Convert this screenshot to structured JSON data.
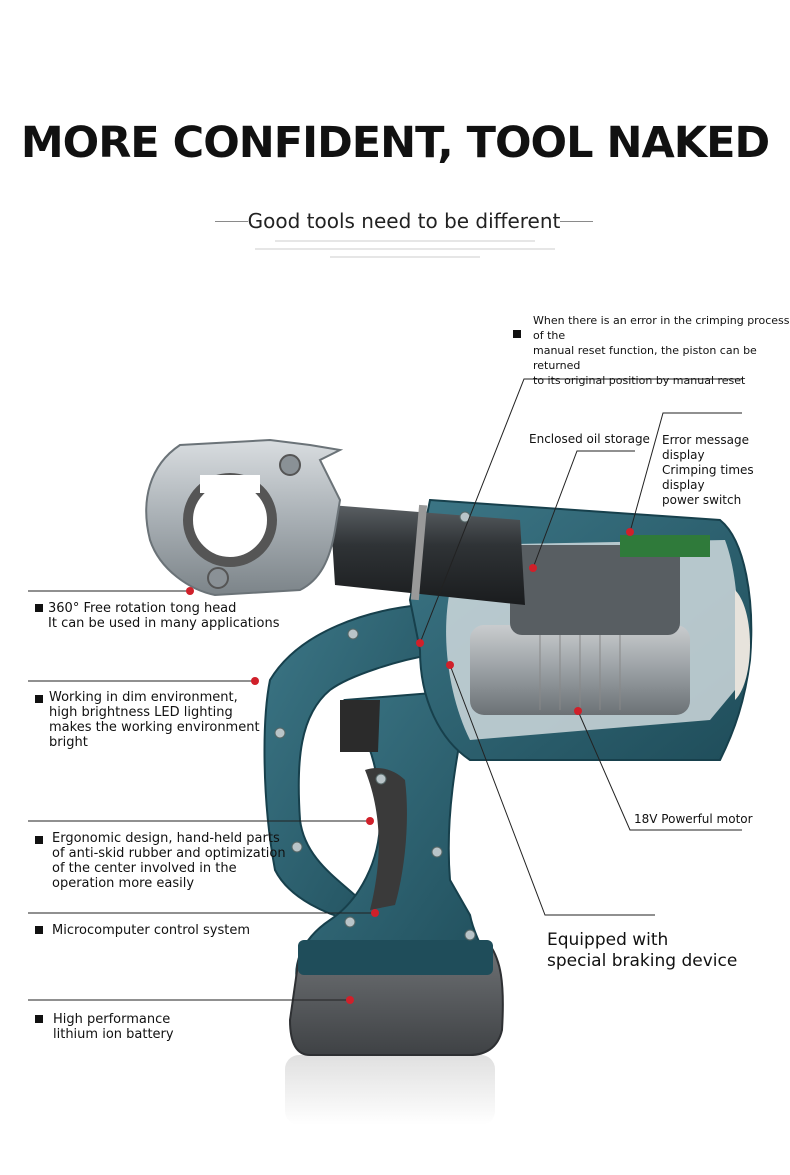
{
  "header": {
    "title": "MORE CONFIDENT, TOOL NAKED",
    "subtitle": "Good tools need to be different"
  },
  "callouts": {
    "manual_reset": [
      "When there is an error in the crimping process of the",
      "manual reset function, the piston can be returned",
      "to its original position by manual reset"
    ],
    "oil_storage": "Enclosed oil storage",
    "display": [
      "Error message display",
      "Crimping times display",
      "power switch"
    ],
    "rotation": [
      "360° Free rotation tong head",
      "It can be used in many applications"
    ],
    "led": [
      "Working in dim environment,",
      "high brightness LED lighting",
      "makes the working environment",
      "bright"
    ],
    "motor": "18V  Powerful motor",
    "ergonomic": [
      "Ergonomic design, hand-held parts",
      "of anti-skid rubber and optimization",
      "of the center involved in the",
      "operation more easily"
    ],
    "microcomputer": "Microcomputer control system",
    "braking": [
      "Equipped with",
      "special braking device"
    ],
    "battery": [
      "High performance",
      "lithium ion battery"
    ]
  },
  "colors": {
    "body": "#2e6474",
    "body_dark": "#1c4552",
    "marker": "#d0202a",
    "grip": "#3a3a3a"
  }
}
